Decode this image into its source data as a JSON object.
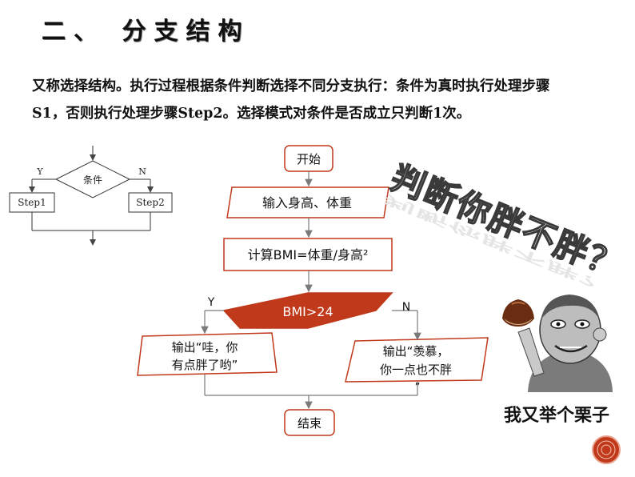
{
  "title": "二、 分支结构",
  "paragraph": {
    "line1": "又称选择结构。执行过程根据条件判断选择不同分支执行：条件为真时执行处理步骤",
    "line2": "S1，否则执行处理步骤Step2。选择模式对条件是否成立只判断1次。"
  },
  "small_flowchart": {
    "condition": "条件",
    "yes": "Y",
    "no": "N",
    "left_box": "Step1",
    "right_box": "Step2"
  },
  "main_flowchart": {
    "start": "开始",
    "input": "输入身高、体重",
    "compute": "计算BMI=体重/身高²",
    "decision": "BMI>24",
    "yes": "Y",
    "no": "N",
    "yes_output_line1": "输出“哇，你",
    "yes_output_line2": "有点胖了哟”",
    "no_output_line1": "输出“羡慕，",
    "no_output_line2": "你一点也不胖",
    "no_output_line3": "”",
    "end": "结束"
  },
  "wordart": "判断你胖不胖？",
  "meme_caption": "我又举个栗子",
  "colors": {
    "flow_border": "#c0391b",
    "decision_fill": "#c0391b",
    "arrow": "#555555"
  }
}
